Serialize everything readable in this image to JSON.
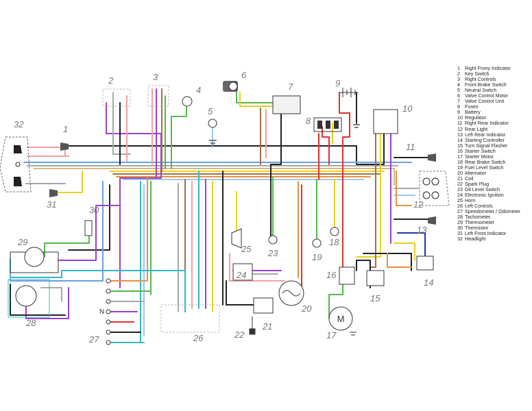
{
  "components": {
    "c1": "1",
    "c2": "2",
    "c3": "3",
    "c4": "4",
    "c5": "5",
    "c6": "6",
    "c7": "7",
    "c8": "8",
    "c9": "9",
    "c10": "10",
    "c11": "11",
    "c12": "12",
    "c13": "13",
    "c14": "14",
    "c15": "15",
    "c16": "16",
    "c17": "17",
    "c18": "18",
    "c19": "19",
    "c20": "20",
    "c21": "21",
    "c22": "22",
    "c23": "23",
    "c24": "24",
    "c25": "25",
    "c26": "26",
    "c27": "27",
    "c28": "28",
    "c29": "29",
    "c30": "30",
    "c31": "31",
    "c32": "32"
  },
  "symbols": {
    "n_indicator": "N",
    "motor": "M"
  },
  "legend": [
    {
      "n": "1",
      "label": "Right Frony Indicator"
    },
    {
      "n": "2",
      "label": "Key Switch"
    },
    {
      "n": "3",
      "label": "Right Controls"
    },
    {
      "n": "4",
      "label": "Front Brake Switch"
    },
    {
      "n": "5",
      "label": "Neutral Switch"
    },
    {
      "n": "6",
      "label": "Valve Control Motor"
    },
    {
      "n": "7",
      "label": "Valve Control Unit"
    },
    {
      "n": "8",
      "label": "Fuses"
    },
    {
      "n": "9",
      "label": "Battery"
    },
    {
      "n": "10",
      "label": "Regulator"
    },
    {
      "n": "11",
      "label": "Right Rear Indicator"
    },
    {
      "n": "12",
      "label": "Rear Light"
    },
    {
      "n": "13",
      "label": "Left Rear Indicator"
    },
    {
      "n": "14",
      "label": "Starting Controller"
    },
    {
      "n": "15",
      "label": "Turn Signal Flasher"
    },
    {
      "n": "16",
      "label": "Starter Switch"
    },
    {
      "n": "17",
      "label": "Starter Motor"
    },
    {
      "n": "18",
      "label": "Rear Brake Switch"
    },
    {
      "n": "19",
      "label": "Fuel Level Switch"
    },
    {
      "n": "20",
      "label": "Alternator"
    },
    {
      "n": "21",
      "label": "Coil"
    },
    {
      "n": "22",
      "label": "Spark Plug"
    },
    {
      "n": "23",
      "label": "Oil Level Switch"
    },
    {
      "n": "24",
      "label": "Electronic Ignition"
    },
    {
      "n": "25",
      "label": "Horn"
    },
    {
      "n": "26",
      "label": "Left Controls"
    },
    {
      "n": "27",
      "label": "Speedometer / Odometer"
    },
    {
      "n": "28",
      "label": "Tachometer"
    },
    {
      "n": "29",
      "label": "Thermometer"
    },
    {
      "n": "30",
      "label": "Thermistor"
    },
    {
      "n": "31",
      "label": "Left Front Indicator"
    },
    {
      "n": "32",
      "label": "Headlight"
    }
  ],
  "wire_colors": {
    "black": "#222222",
    "purple": "#9b3fd0",
    "gray": "#a8a8a8",
    "blue": "#6aa0e0",
    "cyan": "#30b8c8",
    "green": "#55b84a",
    "red": "#e03030",
    "yellow": "#e8d020",
    "orange": "#e89040",
    "pink": "#f2a0a0",
    "brown": "#a07040",
    "lightblue": "#9cc8f0",
    "navy": "#2233aa",
    "tan": "#d8b880"
  }
}
